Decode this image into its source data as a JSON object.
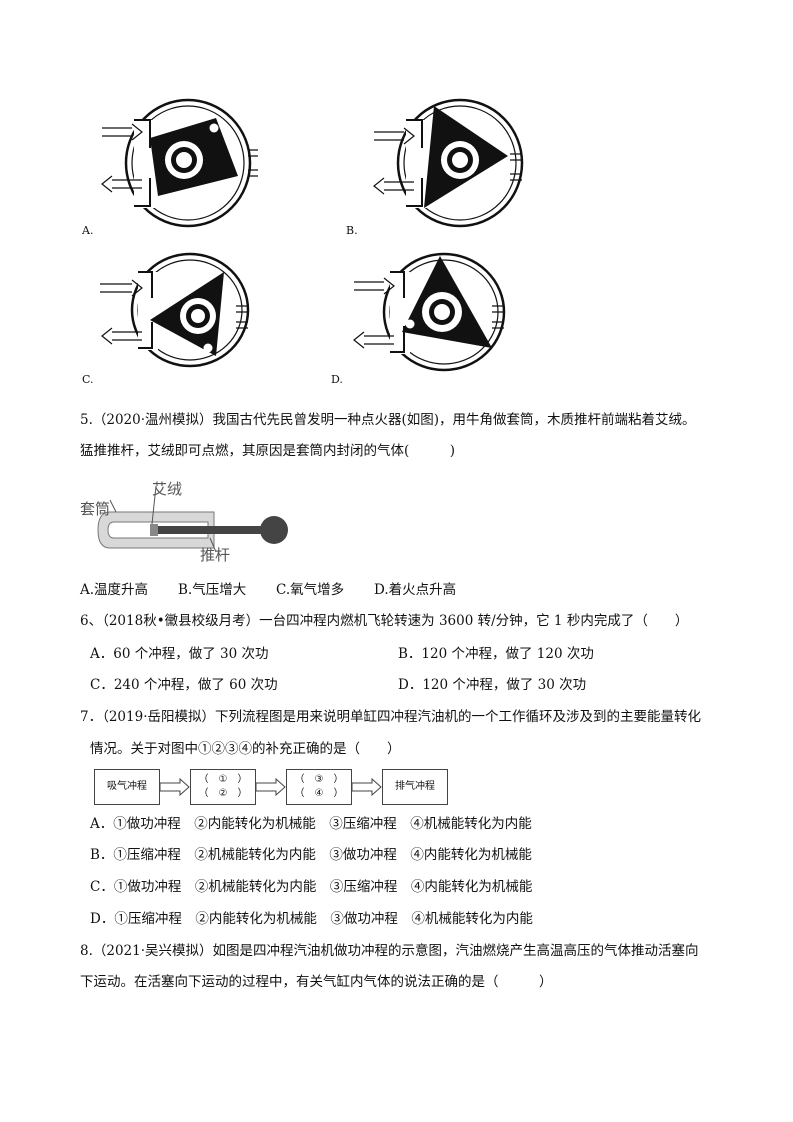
{
  "rotary_figure": {
    "labels": [
      "A.",
      "B.",
      "C.",
      "D."
    ]
  },
  "q5": {
    "line1": "5.（2020·温州模拟）我国古代先民曾发明一种点火器(如图)，用牛角做套筒，木质推杆前端粘着艾绒。",
    "line2": "猛推推杆，艾绒即可点燃，其原因是套筒内封闭的气体(　　　)",
    "figure": {
      "sleeve": "套筒",
      "tinder": "艾绒",
      "rod": "推杆"
    },
    "options": [
      "A.温度升高",
      "B.气压增大",
      "C.氧气增多",
      "D.着火点升高"
    ]
  },
  "q6": {
    "line1": "6、（2018秋•黴县校级月考）一台四冲程内燃机飞轮转速为 3600 转/分钟，它 1 秒内完成了（　　）",
    "options": [
      "A．60 个冲程，做了 30 次功",
      "B．120 个冲程，做了 120 次功",
      "C．240 个冲程，做了 60 次功",
      "D．120 个冲程，做了 30 次功"
    ]
  },
  "q7": {
    "line1": "7．（2019·岳阳模拟）下列流程图是用来说明单缸四冲程汽油机的一个工作循环及涉及到的主要能量转化",
    "line2": "情况。关于对图中①②③④的补充正确的是（　　）",
    "flow": {
      "box1": "吸气冲程",
      "box2_a": "（　①　）",
      "box2_b": "（　②　）",
      "box3_a": "（　③　）",
      "box3_b": "（　④　）",
      "box4": "排气冲程"
    },
    "options": [
      "A．①做功冲程　②内能转化为机械能　③压缩冲程　④机械能转化为内能",
      "B．①压缩冲程　②机械能转化为内能　③做功冲程　④内能转化为机械能",
      "C．①做功冲程　②机械能转化为内能　③压缩冲程　④内能转化为机械能",
      "D．①压缩冲程　②内能转化为机械能　③做功冲程　④机械能转化为内能"
    ]
  },
  "q8": {
    "line1": "8.（2021·吴兴模拟）如图是四冲程汽油机做功冲程的示意图，汽油燃烧产生高温高压的气体推动活塞向",
    "line2": "下运动。在活塞向下运动的过程中，有关气缸内气体的说法正确的是（　　　）"
  }
}
